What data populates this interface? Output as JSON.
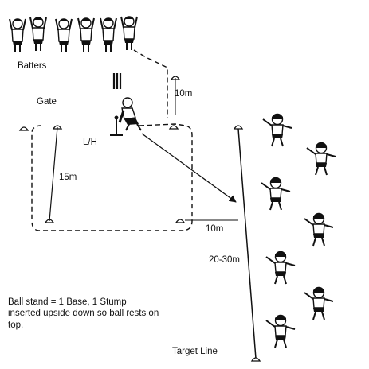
{
  "labels": {
    "batters": "Batters",
    "gate": "Gate",
    "left_hand": "L/H",
    "dist_10m_top": "10m",
    "dist_15m": "15m",
    "dist_10m_bottom": "10m",
    "dist_20_30m": "20-30m",
    "target_line": "Target Line"
  },
  "note": "Ball stand = 1 Base, 1 Stump inserted upside down so ball rests on top.",
  "colors": {
    "ink": "#111111",
    "paper": "#ffffff"
  },
  "icons": [
    "batter-figure",
    "fielder-figure",
    "cone-icon",
    "stumps-icon",
    "ball-stand-icon"
  ]
}
